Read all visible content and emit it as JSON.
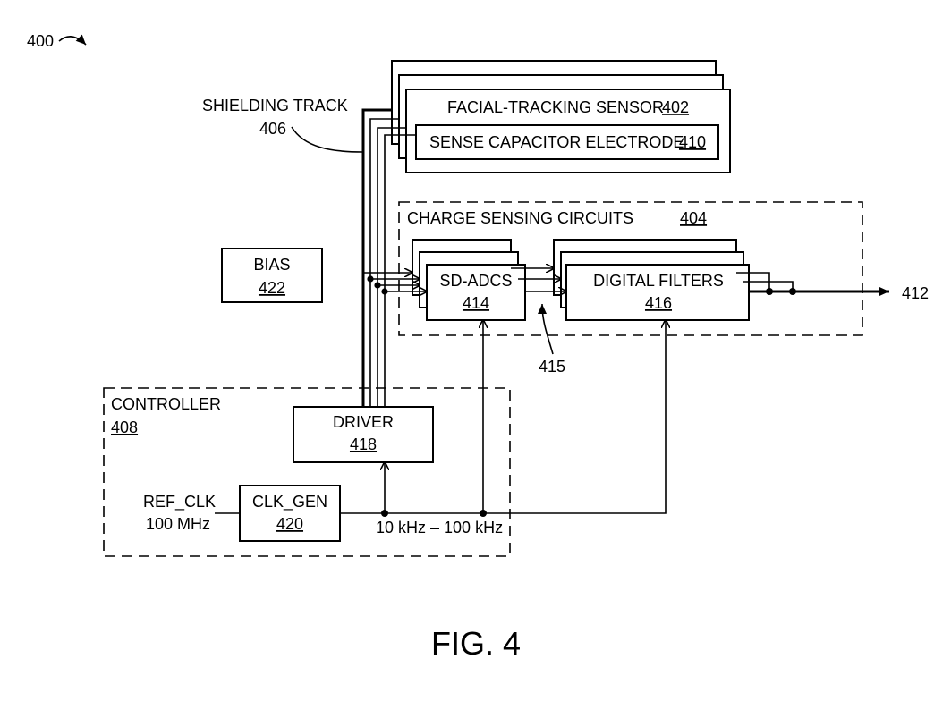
{
  "figure": {
    "ref_main": "400",
    "fig_label": "FIG. 4"
  },
  "shielding": {
    "label": "SHIELDING TRACK",
    "ref": "406"
  },
  "sensor": {
    "label": "FACIAL-TRACKING SENSOR",
    "ref": "402"
  },
  "electrode": {
    "label": "SENSE CAPACITOR ELECTRODE",
    "ref": "410"
  },
  "charge_sensing": {
    "label": "CHARGE SENSING CIRCUITS",
    "ref": "404"
  },
  "bias": {
    "label": "BIAS",
    "ref": "422"
  },
  "sd_adcs": {
    "label": "SD-ADCS",
    "ref": "414"
  },
  "filters": {
    "label": "DIGITAL FILTERS",
    "ref": "416"
  },
  "output": {
    "ref": "412"
  },
  "bus": {
    "ref": "415"
  },
  "controller": {
    "label": "CONTROLLER",
    "ref": "408"
  },
  "driver": {
    "label": "DRIVER",
    "ref": "418"
  },
  "clk_gen": {
    "label": "CLK_GEN",
    "ref": "420"
  },
  "ref_clk": {
    "line1": "REF_CLK",
    "line2": "100 MHz"
  },
  "freq": {
    "label": "10 kHz – 100 kHz"
  }
}
